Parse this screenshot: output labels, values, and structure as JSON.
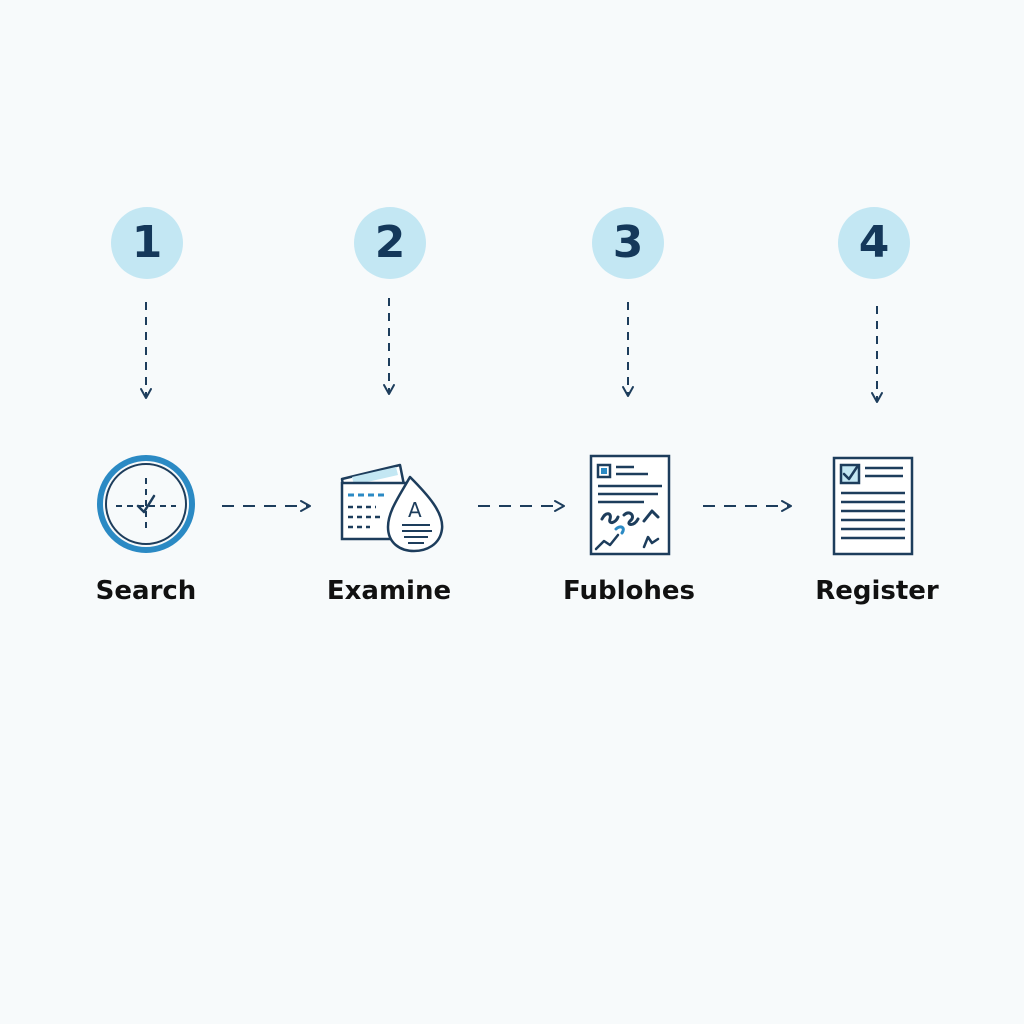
{
  "colors": {
    "background": "#f7fafb",
    "badge_fill": "#c3e7f3",
    "badge_text": "#14385a",
    "line": "#1d3d5c",
    "accent": "#2b8ac4",
    "label_text": "#111111"
  },
  "steps": [
    {
      "number": "1",
      "label": "Search",
      "icon": "clock-search-icon"
    },
    {
      "number": "2",
      "label": "Examine",
      "icon": "documents-examine-icon"
    },
    {
      "number": "3",
      "label": "Fublohes",
      "icon": "document-chart-icon"
    },
    {
      "number": "4",
      "label": "Register",
      "icon": "checklist-document-icon"
    }
  ]
}
